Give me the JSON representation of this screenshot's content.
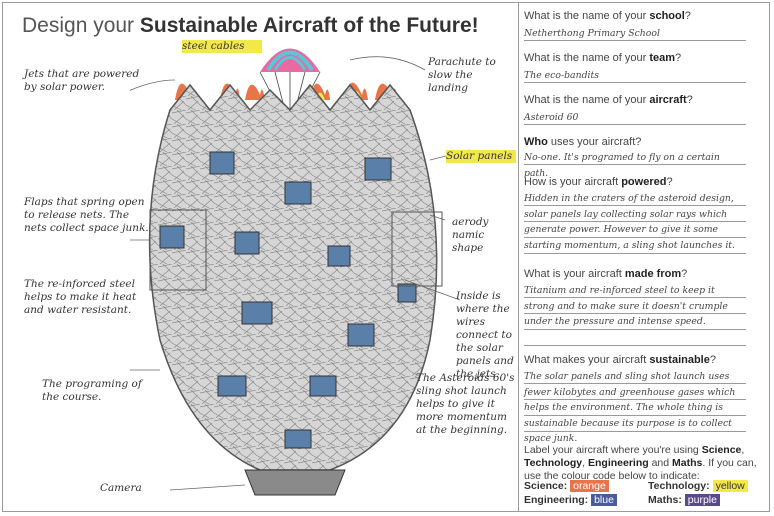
{
  "title": {
    "prefix": "Design your ",
    "bold": "Sustainable Aircraft of the Future!"
  },
  "annotations": {
    "steel_cables": "steel cables",
    "jets": "Jets that are powered by solar power.",
    "parachute": "Parachute to slow the landing",
    "solar_panels": "Solar panels",
    "flaps": "Flaps that spring open to release nets. The nets collect space junk.",
    "aerodynamic": "aerody namic shape",
    "reinforced": "The re-inforced steel helps to make it heat and water resistant.",
    "inside": "Inside is where the wires connect to the solar panels and the jets.",
    "programming": "The programing of the course.",
    "slingshot": "The Asteroids 60's sling shot launch helps to give it more momentum at the beginning.",
    "camera": "Camera"
  },
  "form": {
    "school": {
      "q_pre": "What is the name of your ",
      "q_bold": "school",
      "q_post": "?",
      "a": "Netherthong Primary School"
    },
    "team": {
      "q_pre": "What is the name of your ",
      "q_bold": "team",
      "q_post": "?",
      "a": "The eco-bandits"
    },
    "aircraft": {
      "q_pre": "What is the name of your ",
      "q_bold": "aircraft",
      "q_post": "?",
      "a": "Asteroid 60"
    },
    "who": {
      "q_pre": "",
      "q_bold": "Who",
      "q_post": " uses your aircraft?",
      "a": "No-one. It's programed to fly on a certain path."
    },
    "powered": {
      "q_pre": "How is your aircraft ",
      "q_bold": "powered",
      "q_post": "?",
      "a": "Hidden in the craters of the asteroid design, solar panels lay collecting solar rays which generate power. However to give it some starting momentum, a sling shot launches it."
    },
    "made": {
      "q_pre": "What is your aircraft ",
      "q_bold": "made from",
      "q_post": "?",
      "a": "Titanium and re-inforced steel to keep it strong and to make sure it doesn't crumple under the pressure and intense speed."
    },
    "sustainable": {
      "q_pre": "What makes your aircraft ",
      "q_bold": "sustainable",
      "q_post": "?",
      "a": "The solar panels and sling shot launch uses fewer kilobytes and greenhouse gases which helps the environment. The whole thing is sustainable because its purpose is to collect space junk."
    }
  },
  "label_instructions": {
    "pre": "Label your aircraft where you're using ",
    "science": "Science",
    "comma1": ", ",
    "technology": "Technology",
    "comma2": ", ",
    "engineering": "Engineering",
    "and": " and ",
    "maths": "Maths",
    "post": ". If you can, use the colour code below to indicate:"
  },
  "legend": {
    "science": {
      "label": "Science:",
      "tag": "orange",
      "color": "#e8744a"
    },
    "technology": {
      "label": "Technology:",
      "tag": "yellow",
      "color": "#f2e84a"
    },
    "engineering": {
      "label": "Engineering:",
      "tag": "blue",
      "color": "#4a5a9c"
    },
    "maths": {
      "label": "Maths:",
      "tag": "purple",
      "color": "#5a4a8c"
    }
  }
}
